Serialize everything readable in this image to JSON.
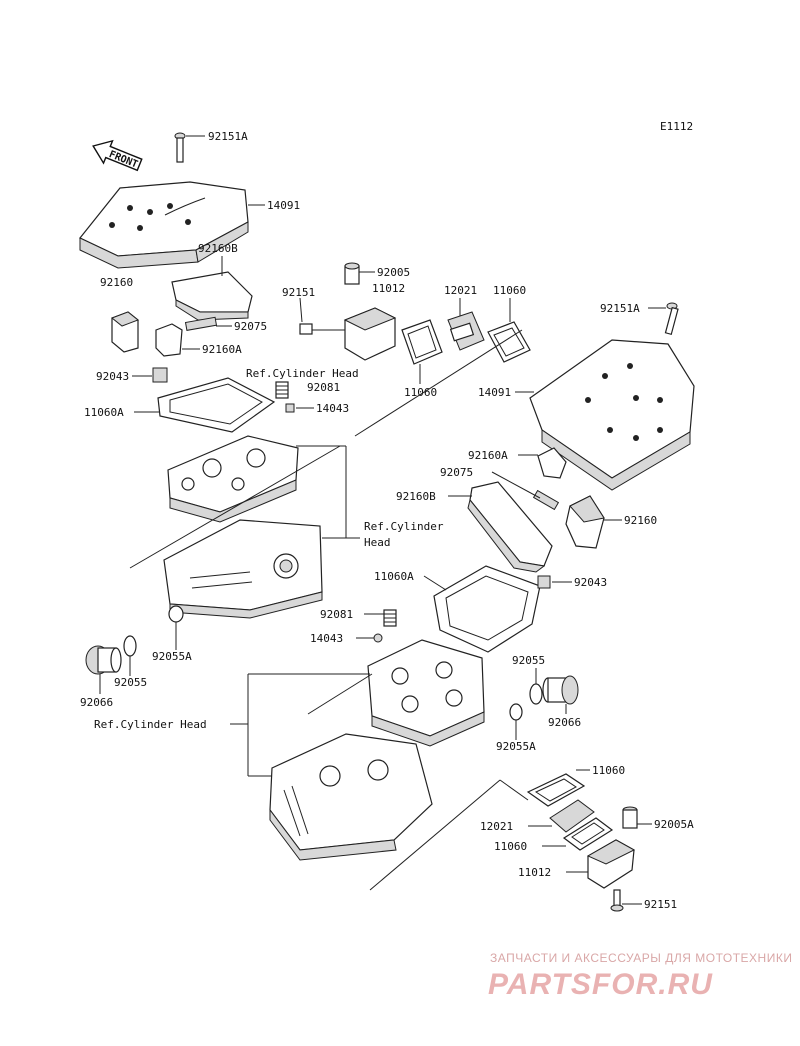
{
  "diagram_code": "E1112",
  "front_label": "FRONT",
  "labels": {
    "l_92151A_top": "92151A",
    "l_14091_top": "14091",
    "l_92160B_top": "92160B",
    "l_92160_top": "92160",
    "l_92005": "92005",
    "l_11012_top": "11012",
    "l_92151_top": "92151",
    "l_12021_top": "12021",
    "l_11060_top_right": "11060",
    "l_92075_top": "92075",
    "l_92160A_top": "92160A",
    "l_92151A_right": "92151A",
    "l_11060_top_mid": "11060",
    "l_92043_top": "92043",
    "l_ref_head_1": "Ref.Cylinder Head",
    "l_92081_top": "92081",
    "l_14043_top": "14043",
    "l_11060A_top": "11060A",
    "l_14091_right": "14091",
    "l_92160A_right": "92160A",
    "l_92075_right": "92075",
    "l_92160B_right": "92160B",
    "l_92160_right": "92160",
    "l_ref_head_2a": "Ref.Cylinder",
    "l_ref_head_2b": "Head",
    "l_11060A_right": "11060A",
    "l_92043_right": "92043",
    "l_92081_bottom": "92081",
    "l_14043_bottom": "14043",
    "l_92055A_left": "92055A",
    "l_92066_left": "92066",
    "l_92055_left": "92055",
    "l_92055_right": "92055",
    "l_92066_right": "92066",
    "l_ref_head_3": "Ref.Cylinder Head",
    "l_92055A_right": "92055A",
    "l_11060_low_1": "11060",
    "l_12021_low": "12021",
    "l_92005A": "92005A",
    "l_11060_low_2": "11060",
    "l_11012_low": "11012",
    "l_92151_low": "92151"
  },
  "watermark": {
    "top_line": "ЗАПЧАСТИ И АКСЕССУАРЫ ДЛЯ МОТОТЕХНИКИ",
    "main_line": "PARTSFOR.RU"
  }
}
